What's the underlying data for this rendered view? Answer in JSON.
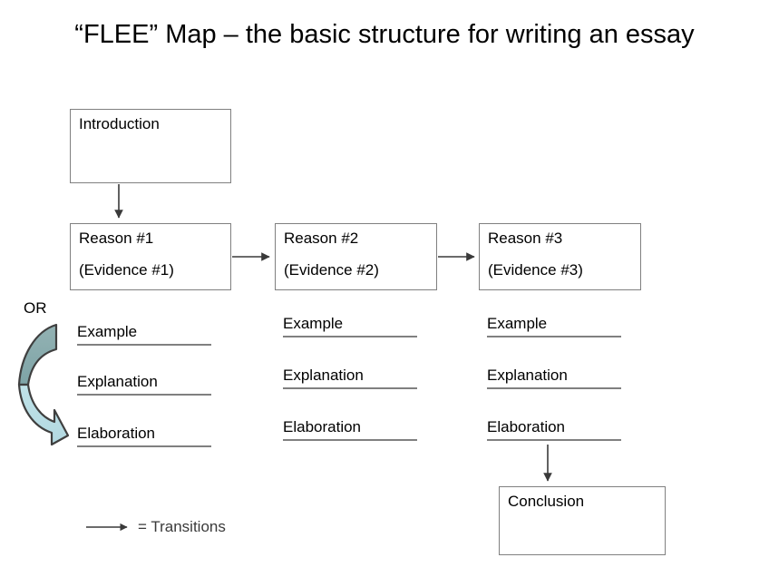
{
  "slide": {
    "title": "“FLEE” Map – the basic structure for writing an essay",
    "background_color": "#ffffff",
    "box_border_color": "#808080",
    "rule_color": "#808080",
    "arrow_color": "#3a3a3a"
  },
  "boxes": {
    "introduction": {
      "line1": "Introduction",
      "line2": ""
    },
    "reason1": {
      "line1": "Reason #1",
      "line2": "(Evidence #1)"
    },
    "reason2": {
      "line1": "Reason #2",
      "line2": "(Evidence #2)"
    },
    "reason3": {
      "line1": "Reason #3",
      "line2": "(Evidence #3)"
    },
    "conclusion": {
      "line1": "Conclusion",
      "line2": ""
    }
  },
  "columns": [
    {
      "id": "column-1",
      "items": [
        {
          "label": "Example"
        },
        {
          "label": "Explanation"
        },
        {
          "label": "Elaboration"
        }
      ]
    },
    {
      "id": "column-2",
      "items": [
        {
          "label": "Example"
        },
        {
          "label": "Explanation"
        },
        {
          "label": "Elaboration"
        }
      ]
    },
    {
      "id": "column-3",
      "items": [
        {
          "label": "Example"
        },
        {
          "label": "Explanation"
        },
        {
          "label": "Elaboration"
        }
      ]
    }
  ],
  "or_marker": {
    "label": "OR",
    "icon": "curved-down-arrow-icon",
    "color_top": "#8aacae",
    "color_bottom": "#b9dde4",
    "outline_color": "#3f3f3f"
  },
  "legend": {
    "icon": "right-arrow-icon",
    "text": "= Transitions"
  }
}
